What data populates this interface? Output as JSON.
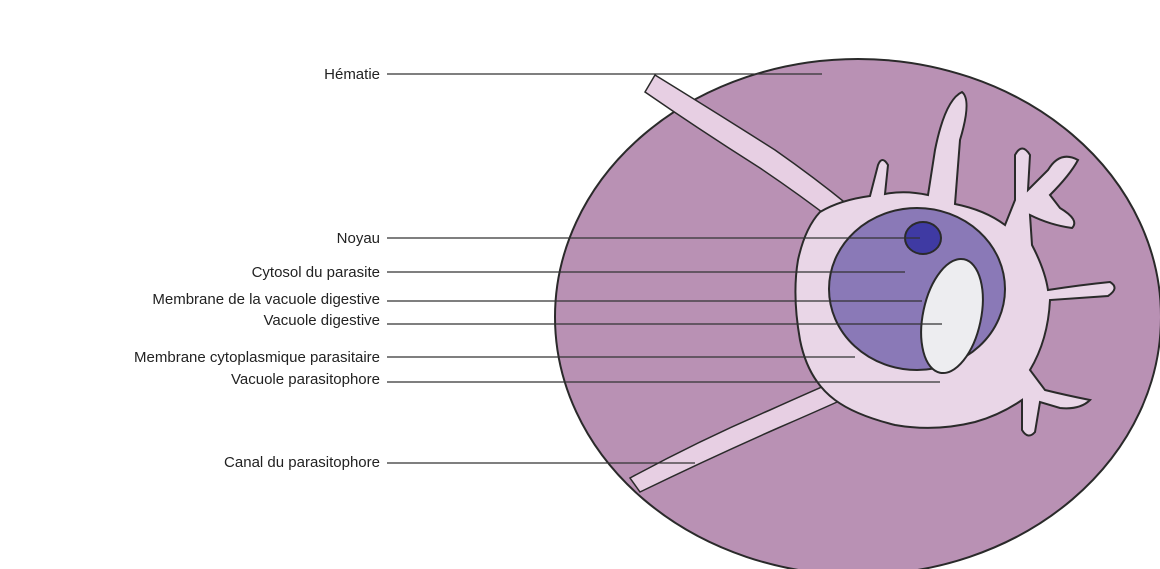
{
  "colors": {
    "erythrocyte": "#b991b4",
    "canal": "#e7cfe3",
    "vacuole": "#e9d6e7",
    "cytosol": "#8a79b7",
    "nucleus": "#3f3aa3",
    "food_vacuole": "#ededf0",
    "outline": "#2a2a2a",
    "leader": "#333333"
  },
  "labels": {
    "hematie": "Hématie",
    "noyau": "Noyau",
    "cytosol": "Cytosol du parasite",
    "membrane_vacuole_digestive": "Membrane de la vacuole digestive",
    "vacuole_digestive": "Vacuole digestive",
    "membrane_cytoplasmique": "Membrane cytoplasmique parasitaire",
    "vacuole_parasitophore": "Vacuole parasitophore",
    "canal": "Canal du parasitophore"
  }
}
